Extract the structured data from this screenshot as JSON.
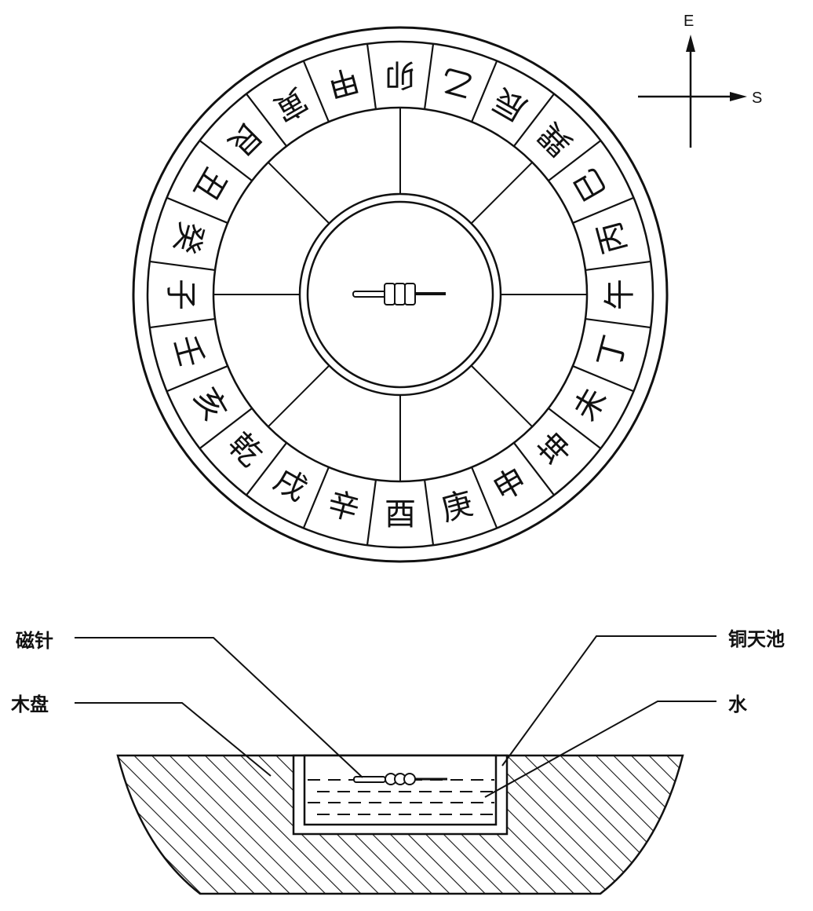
{
  "compass": {
    "directions": [
      "子",
      "癸",
      "丑",
      "艮",
      "寅",
      "甲",
      "卯",
      "乙",
      "辰",
      "巽",
      "巳",
      "丙",
      "午",
      "丁",
      "未",
      "坤",
      "申",
      "庚",
      "酉",
      "辛",
      "戌",
      "乾",
      "亥",
      "壬"
    ],
    "inner_sectors": 8
  },
  "orientation": {
    "up_label": "E",
    "right_label": "S"
  },
  "cross_section": {
    "labels": {
      "needle": "磁针",
      "wooden_plate": "木盘",
      "copper_pool": "铜天池",
      "water": "水"
    }
  },
  "colors": {
    "ink": "#111111",
    "background": "#ffffff"
  }
}
